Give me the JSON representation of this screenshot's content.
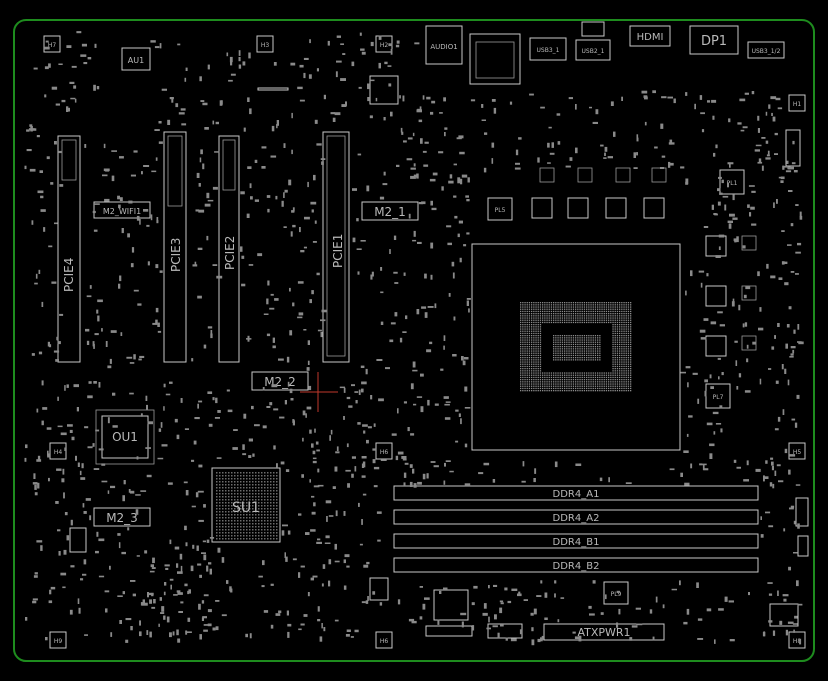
{
  "board": {
    "outline_color": "#1e8c1e",
    "background": "#000000",
    "silkscreen_color": "#c8c8c8",
    "cursor_color": "#c0392b"
  },
  "labels": {
    "audio": "AUDIO1",
    "hdmi": "HDMI",
    "dp": "DP1",
    "usb_top": "USB2_1",
    "usb_top2": "USB3_1",
    "usb_top3": "USB3_1/2",
    "au1": "AU1",
    "m2_wifi": "M2_WIFI1",
    "m2_1": "M2_1",
    "m2_2": "M2_2",
    "m2_3": "M2_3",
    "pcie4": "PCIE4",
    "pcie3": "PCIE3",
    "pcie2": "PCIE2",
    "pcie1": "PCIE1",
    "ou1": "OU1",
    "su1": "SU1",
    "ddr_a1": "DDR4_A1",
    "ddr_a2": "DDR4_A2",
    "ddr_b1": "DDR4_B1",
    "ddr_b2": "DDR4_B2",
    "atx": "ATXPWR1",
    "h1": "H1",
    "h2": "H2",
    "h3": "H3",
    "h4": "H4",
    "h5": "H5",
    "h6": "H6",
    "h7": "H7",
    "h8": "H8",
    "h9": "H9",
    "pl1": "PL1",
    "pl5": "PL5",
    "pl7": "PL7",
    "pl9": "PL9"
  }
}
